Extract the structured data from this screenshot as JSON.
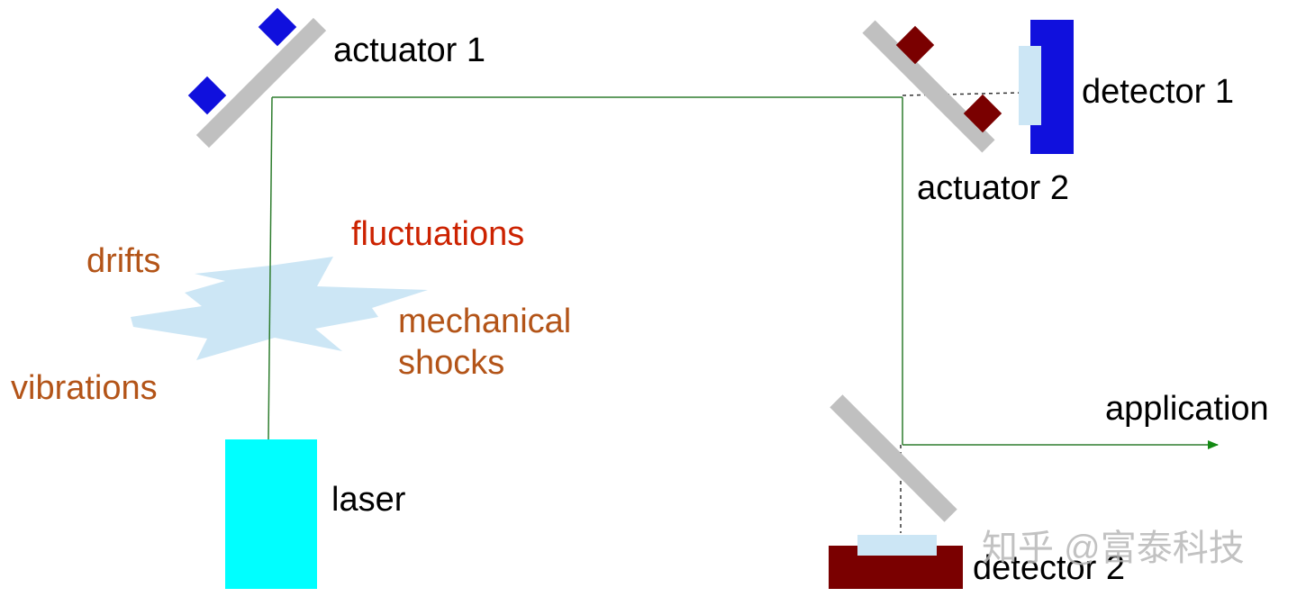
{
  "labels": {
    "actuator_1": "actuator 1",
    "actuator_2": "actuator 2",
    "detector_1": "detector 1",
    "detector_2": "detector 2",
    "laser": "laser",
    "application": "application",
    "fluctuations": "fluctuations",
    "drifts": "drifts",
    "mechanical": "mechanical",
    "shocks": "shocks",
    "vibrations": "vibrations"
  },
  "watermark": "知乎 @富泰科技",
  "colors": {
    "beam": "#2e7d2e",
    "mirror": "#c0c0c0",
    "actuator_1_block": "#1010dd",
    "actuator_2_block": "#7a0000",
    "detector_1_body": "#1010dd",
    "detector_2_body": "#7a0000",
    "detector_window": "#cce6f5",
    "laser": "#00ffff",
    "disturbance_burst": "#cce6f5",
    "arrow": "#138a13"
  }
}
